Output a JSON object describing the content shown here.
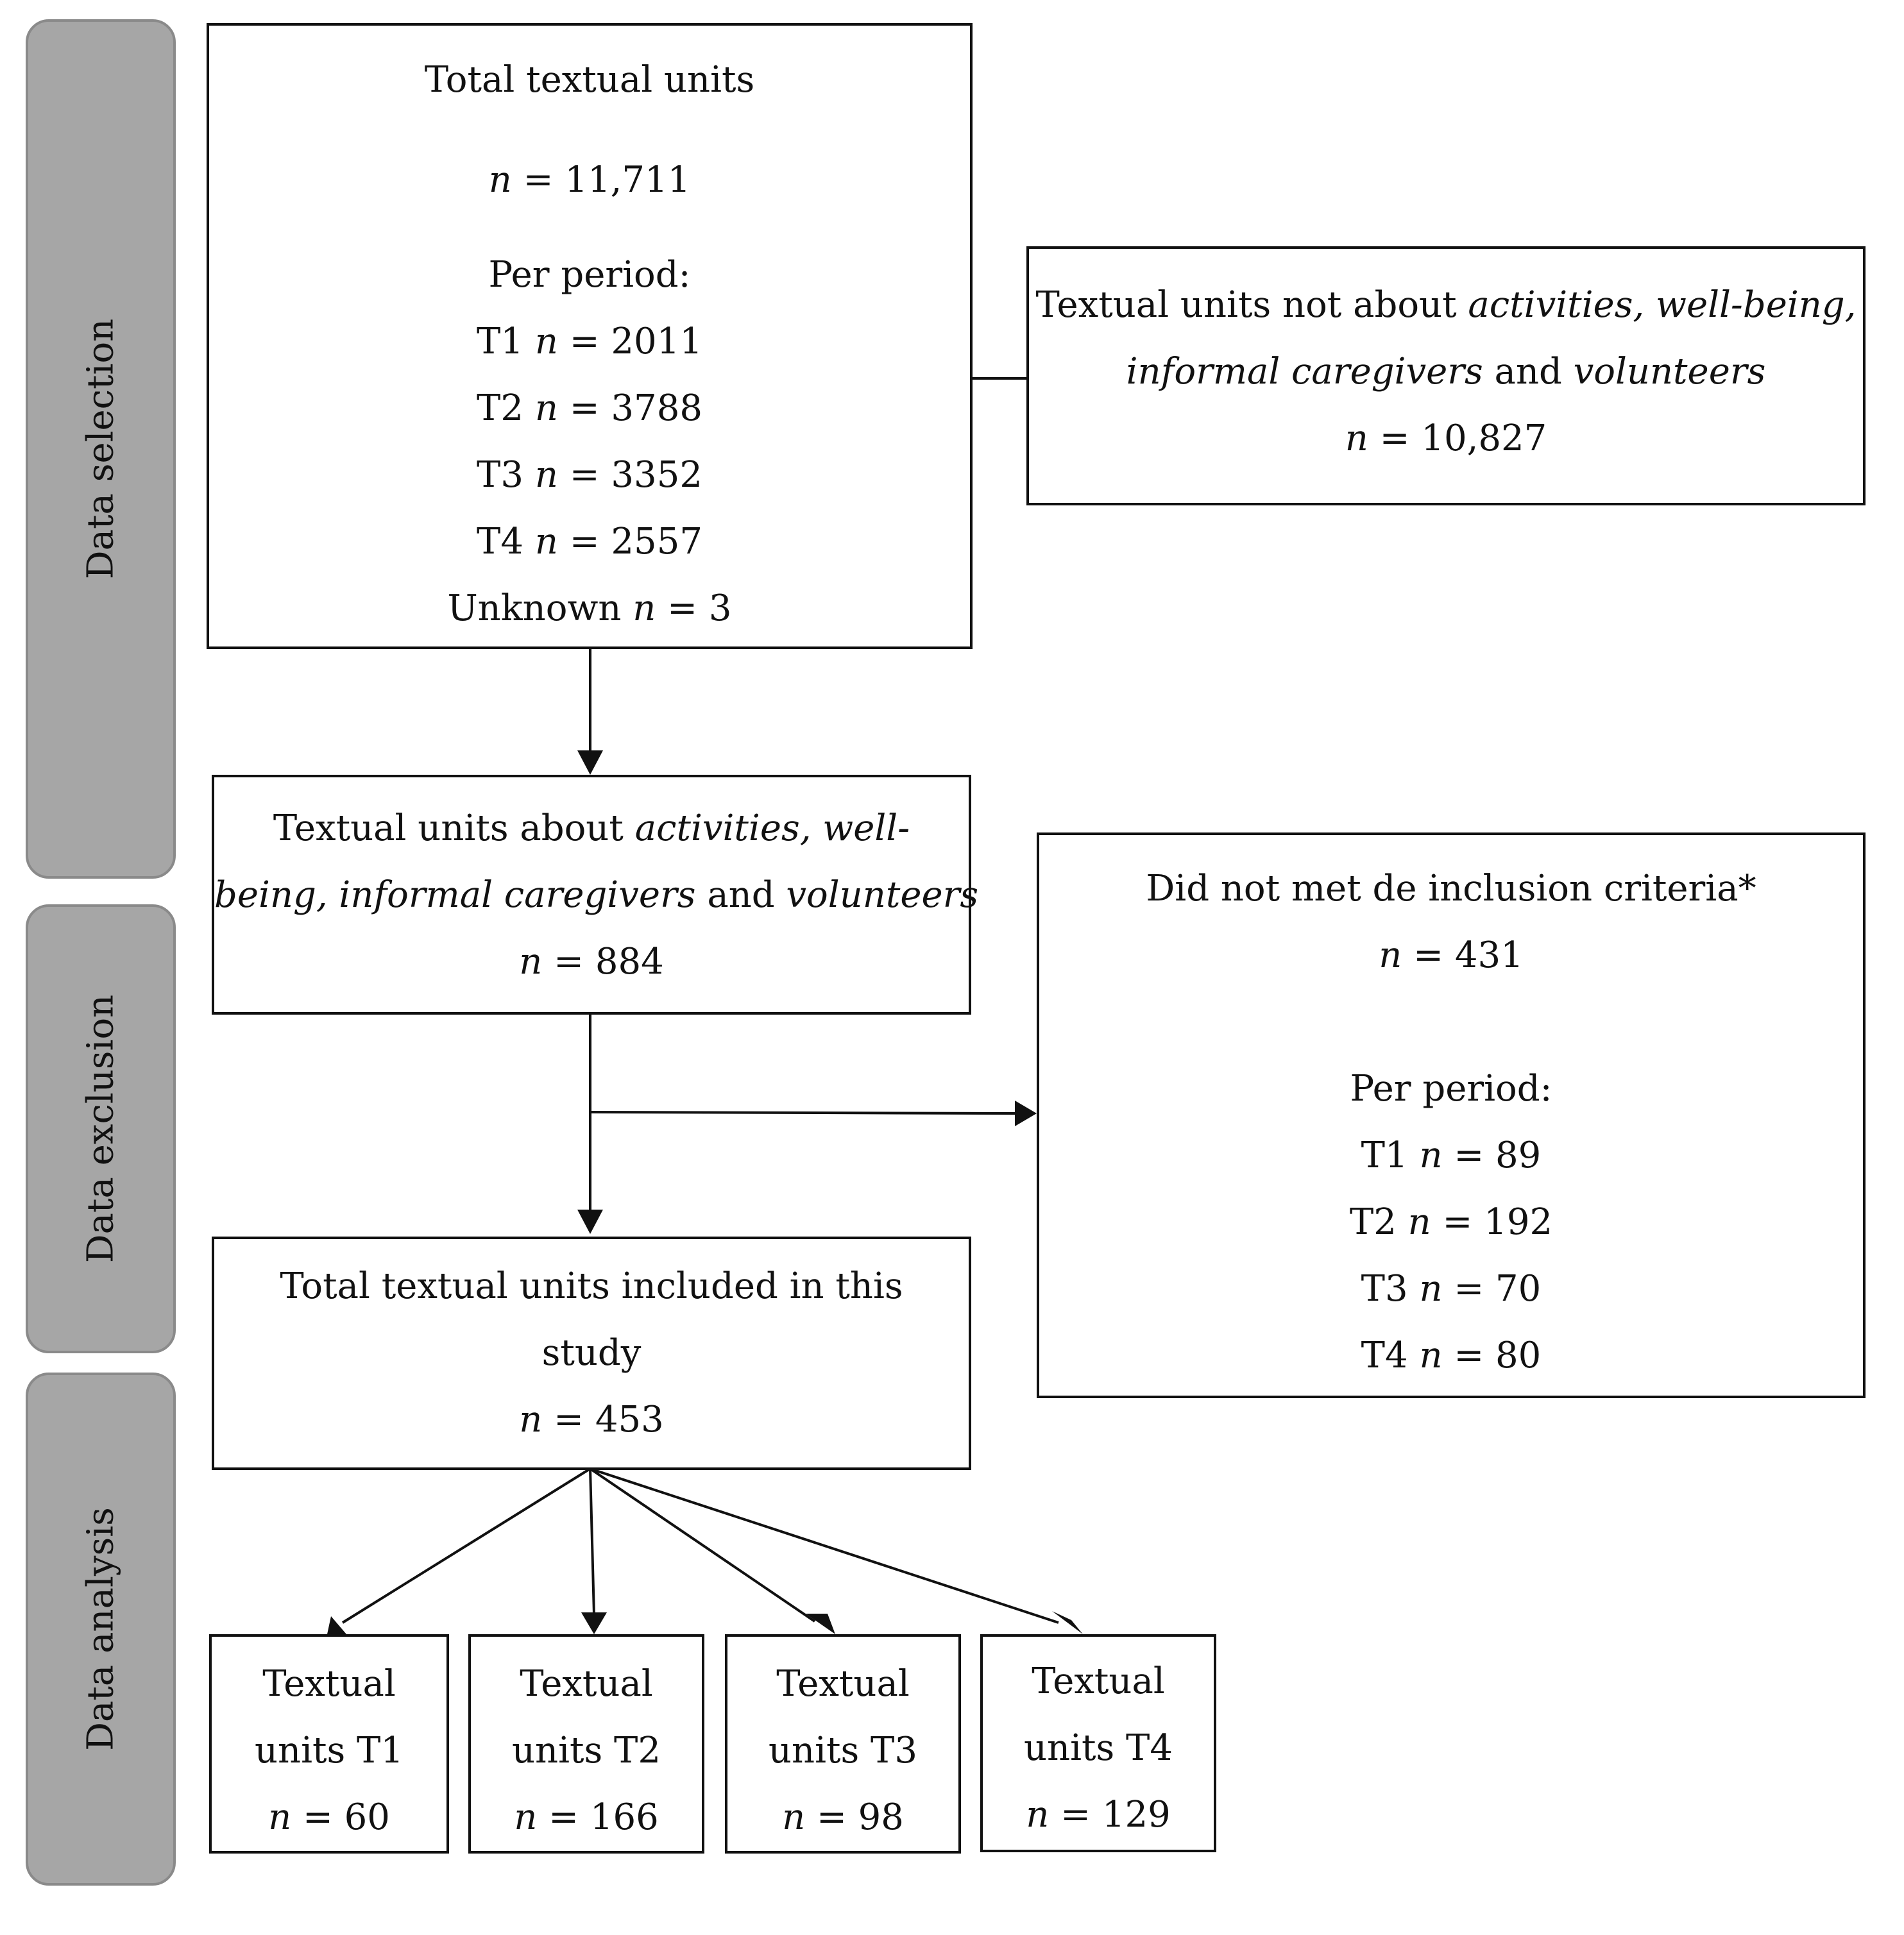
{
  "phases": {
    "selection": "Data selection",
    "exclusion": "Data exclusion",
    "analysis": "Data analysis"
  },
  "total": {
    "title": "Total textual units",
    "n_prefix": "n",
    "n_value": " = 11,711",
    "per_period": "Per period:",
    "periods": [
      {
        "label": "T1 ",
        "n": "n",
        "value": " = 2011"
      },
      {
        "label": "T2 ",
        "n": "n",
        "value": " = 3788"
      },
      {
        "label": "T3 ",
        "n": "n",
        "value": " = 3352"
      },
      {
        "label": "T4 ",
        "n": "n",
        "value": " = 2557"
      },
      {
        "label": "Unknown ",
        "n": "n",
        "value": " = 3"
      }
    ]
  },
  "not_about": {
    "pre": "Textual units not about ",
    "it1": "activities, well-being,",
    "it2": "informal caregivers",
    "mid": " and ",
    "it3": "volunteers",
    "n": "n",
    "value": " = 10,827"
  },
  "about": {
    "pre": "Textual units about ",
    "it1": "activities, well-",
    "it2": "being, informal caregivers",
    "mid": " and ",
    "it3": "volunteers",
    "n": "n",
    "value": " = 884"
  },
  "excluded": {
    "title": "Did not met de inclusion criteria*",
    "n": "n",
    "value": " = 431",
    "per_period": "Per period:",
    "periods": [
      {
        "label": "T1 ",
        "n": "n",
        "value": " = 89"
      },
      {
        "label": "T2 ",
        "n": "n",
        "value": " = 192"
      },
      {
        "label": "T3 ",
        "n": "n",
        "value": " = 70"
      },
      {
        "label": "T4 ",
        "n": "n",
        "value": " = 80"
      }
    ]
  },
  "included": {
    "line1": "Total textual units included in this",
    "line2": "study",
    "n": "n",
    "value": " = 453"
  },
  "periods_out": [
    {
      "line1": "Textual",
      "line2": "units T1",
      "n": "n",
      "value": " = 60"
    },
    {
      "line1": "Textual",
      "line2": "units T2",
      "n": "n",
      "value": " = 166"
    },
    {
      "line1": "Textual",
      "line2": "units T3",
      "n": "n",
      "value": " = 98"
    },
    {
      "line1": "Textual",
      "line2": "units T4",
      "n": "n",
      "value": " = 129"
    }
  ]
}
